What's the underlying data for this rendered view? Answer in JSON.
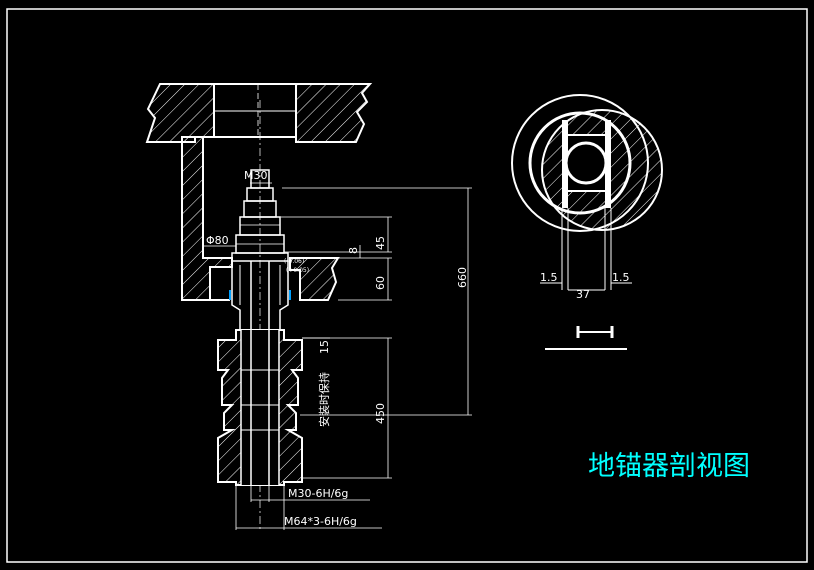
{
  "drawing": {
    "title": "地锚器剖视图",
    "thread_top": "M30",
    "diameter": "Φ80",
    "dim_45": "45",
    "dim_8": "8",
    "dim_60": "60",
    "dim_660": "660",
    "dim_450": "450",
    "dim_15": "15",
    "note_vertical": "安装时保持",
    "small_mark_1": "(-0.06)",
    "small_mark_2": "(+0.05)",
    "thread_spec_1": "M30-6H/6g",
    "thread_spec_2": "M64*3-6H/6g",
    "section_dim_left": "1.5",
    "section_dim_right": "1.5",
    "section_dim_mid": "37",
    "section_symbol": "I—I"
  },
  "colors": {
    "background": "#000000",
    "line": "#ffffff",
    "title": "#00ffff",
    "accent": "#00a0ff"
  }
}
